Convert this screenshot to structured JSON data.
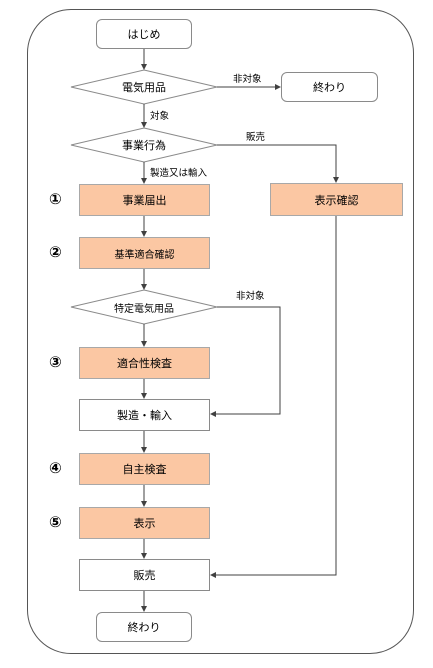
{
  "nodes": {
    "start": "はじめ",
    "electric_goods": "電気用品",
    "end_top": "終わり",
    "business_act": "事業行為",
    "notification": "事業届出",
    "display_check": "表示確認",
    "standard_check": "基準適合確認",
    "specific_goods": "特定電気用品",
    "conformity_inspection": "適合性検査",
    "manufacture_import": "製造・輸入",
    "self_inspection": "自主検査",
    "display": "表示",
    "sales": "販売",
    "end_bottom": "終わり"
  },
  "edge_labels": {
    "not_applicable_1": "非対象",
    "applicable": "対象",
    "sales": "販売",
    "manufacture_or_import": "製造又は輸入",
    "not_applicable_2": "非対象"
  },
  "steps": [
    "①",
    "②",
    "③",
    "④",
    "⑤"
  ],
  "colors": {
    "step_fill": "#fbc7a3",
    "border": "#8a8a8a",
    "line": "#404040"
  }
}
